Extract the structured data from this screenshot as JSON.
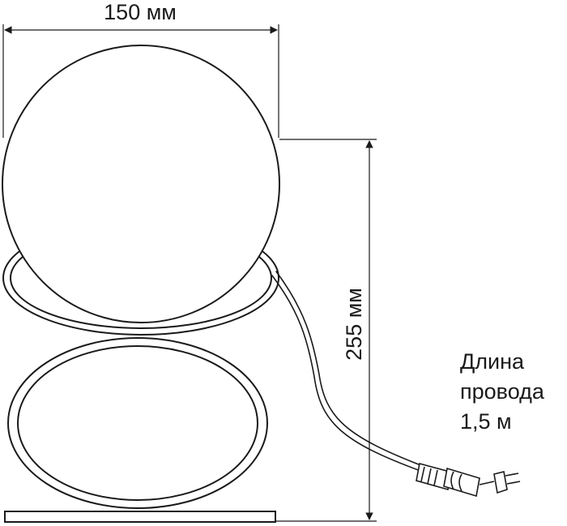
{
  "dimensions": {
    "width_label": "150 мм",
    "height_label": "255 мм"
  },
  "cable_note": {
    "line1": "Длина",
    "line2": "провода",
    "line3": "1,5 м"
  },
  "colors": {
    "line": "#1a1a1a",
    "background": "#ffffff"
  }
}
